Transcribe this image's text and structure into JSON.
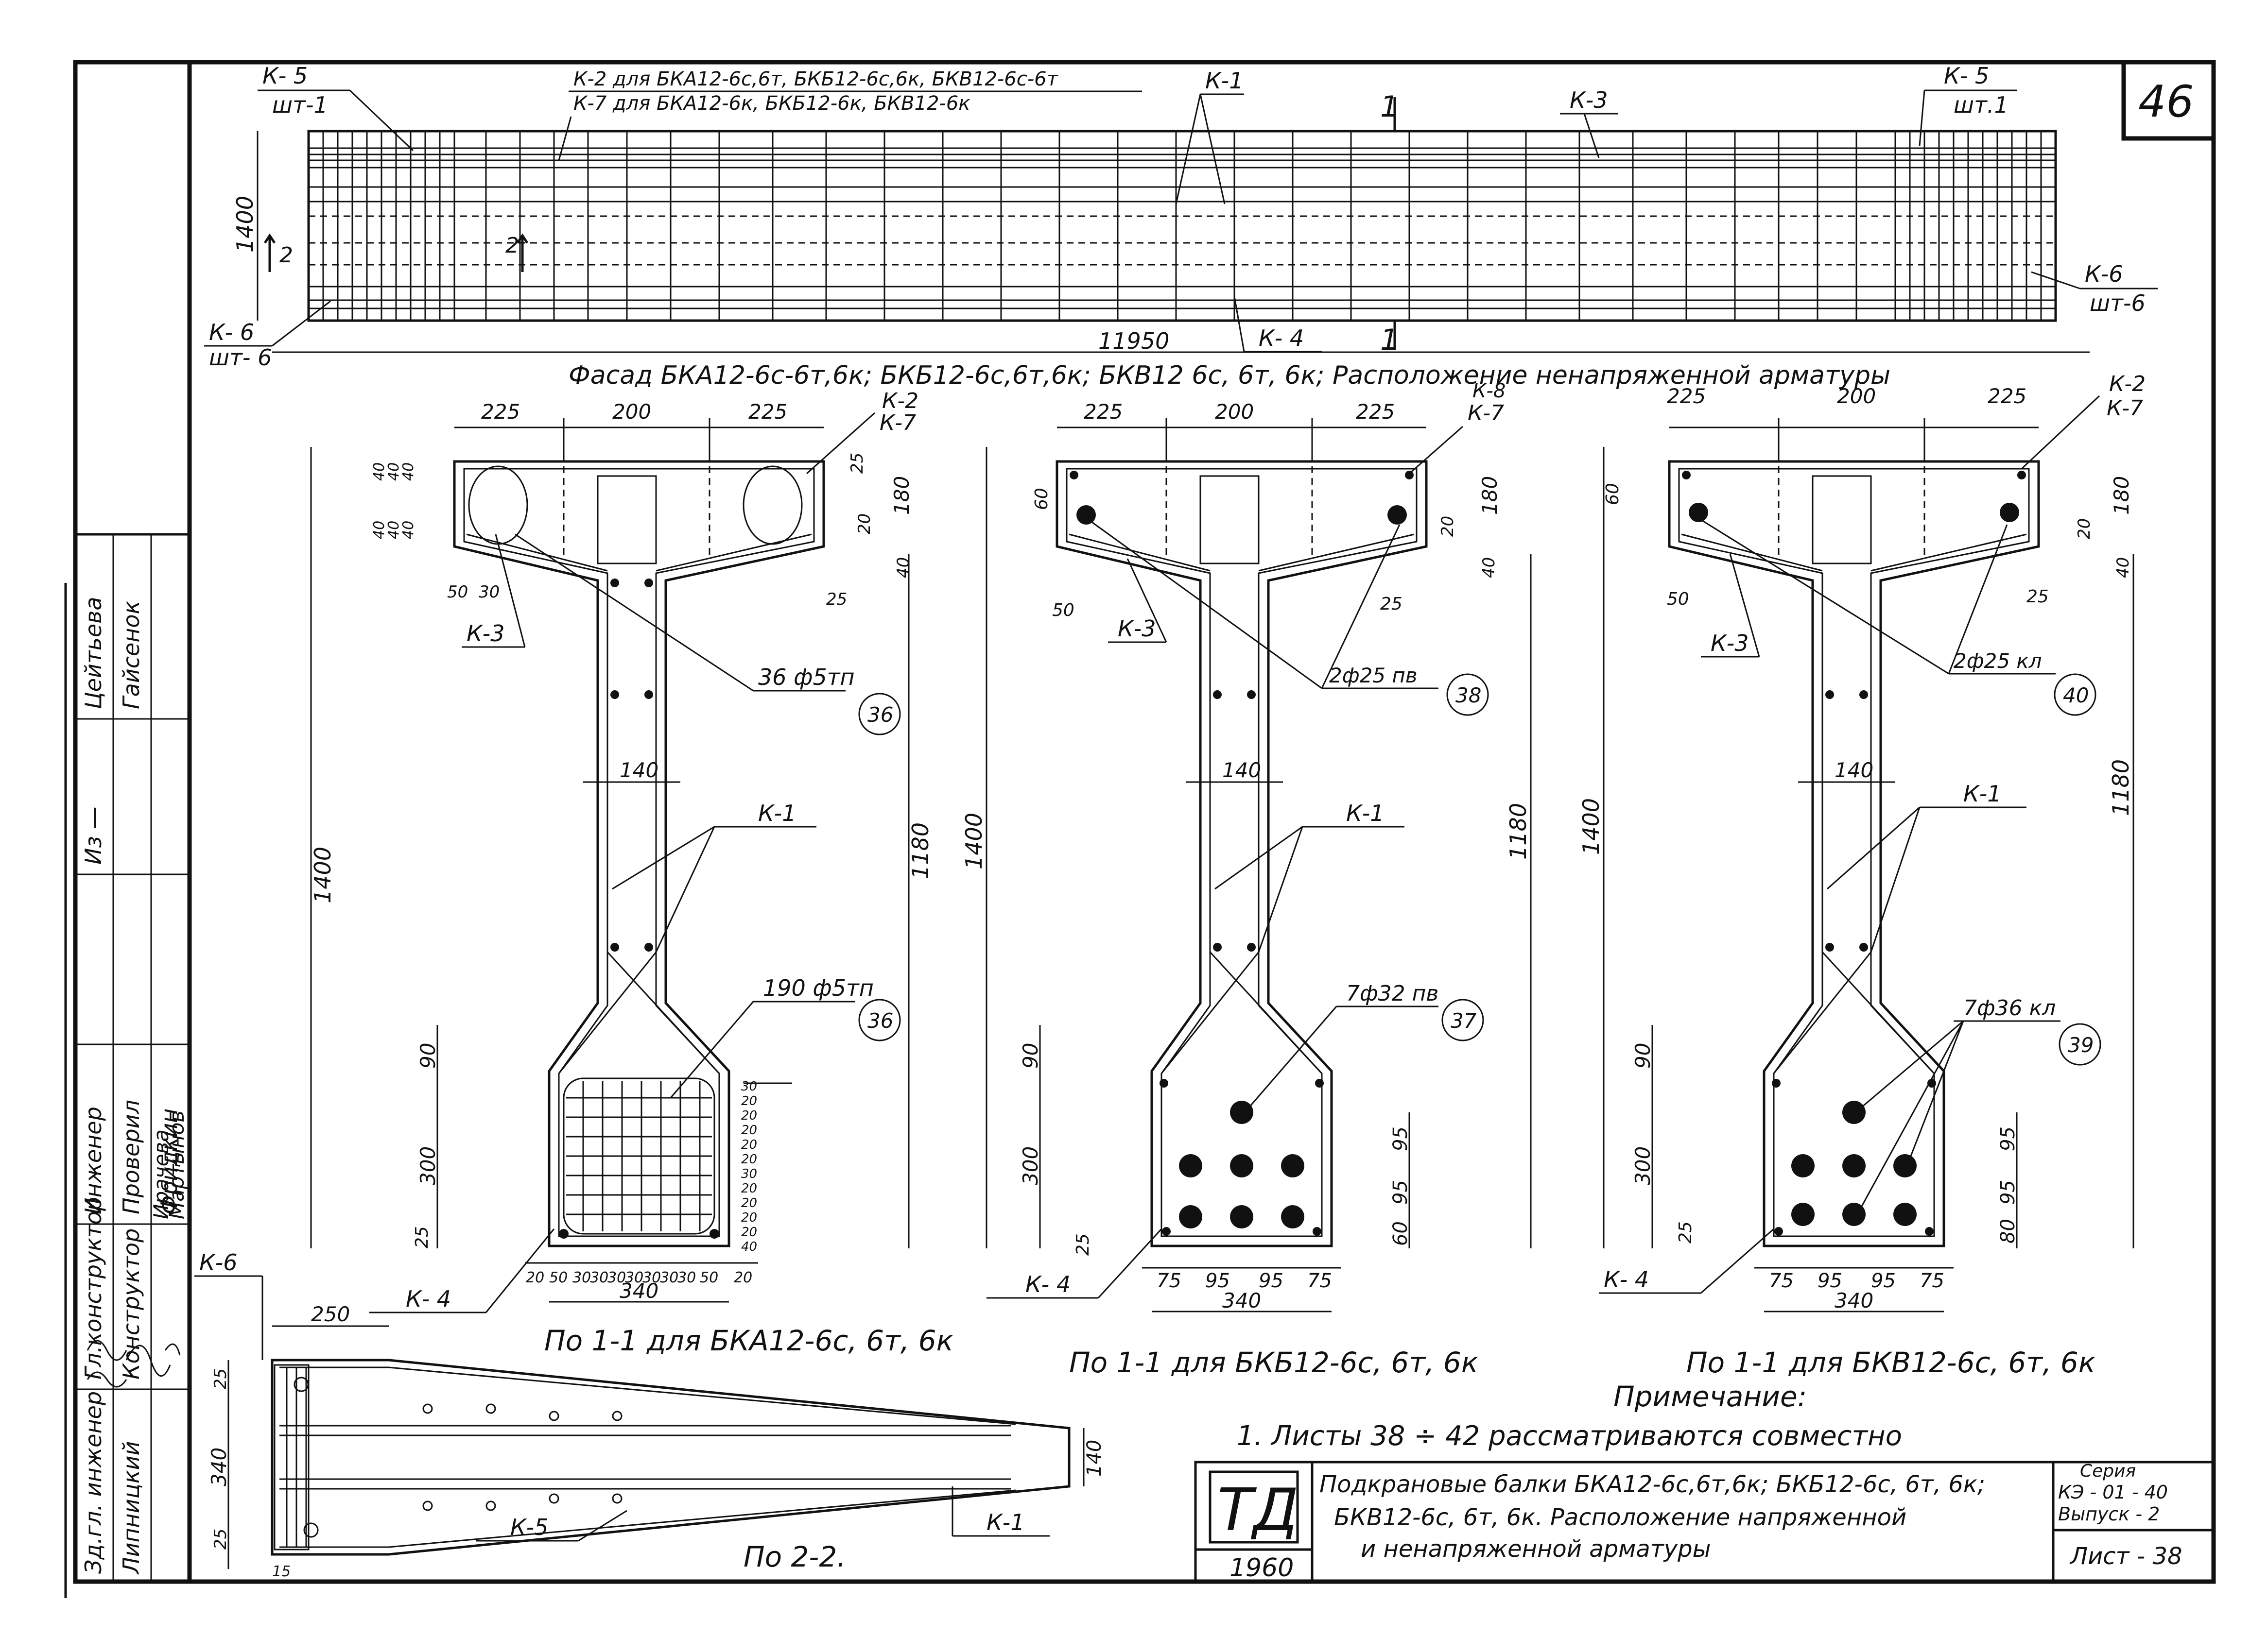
{
  "sheet": {
    "page_number": "46",
    "series_label": "Серия",
    "series_code": "КЭ - 01 - 40",
    "issue": "Выпуск - 2",
    "sheet_label": "Лист - 38",
    "td_logo": "ТД",
    "year": "1960",
    "title_line1": "Подкрановые балки БКА12-6с,6т,6к; БКБ12-6с, 6т, 6к;",
    "title_line2": "БКВ12-6с, 6т, 6к. Расположение напряженной",
    "title_line3": "и ненапряженной арматуры"
  },
  "stamp": {
    "roles": [
      "Зд.гл. инженер",
      "Гл.конструктор",
      "Инженер"
    ],
    "roles2": [
      "Липницкий",
      "Конструктор",
      "Проверил"
    ],
    "names": [
      "Фридкин",
      "Ирачева",
      "Мартынов"
    ],
    "names2": [
      "Цейтьева",
      "Гайсенок"
    ],
    "signature_marks": [
      "Из —"
    ]
  },
  "facade": {
    "caption": "Фасад БКА12-6с-6т,6к; БКБ12-6с,6т,6к; БКВ12 6с, 6т, 6к; Расположение ненапряженной арматуры",
    "label_k5_left": "К- 5",
    "label_sht1_left": "шт-1",
    "label_k2_note": "К-2 для БКА12-6с,6т, БКБ12-6с,6к, БКВ12-6с-6т",
    "label_k7_note": "К-7 для БКА12-6к, БКБ12-6к, БКВ12-6к",
    "label_k1": "К-1",
    "label_section_1": "1",
    "label_k3": "К-3",
    "label_k5_right": "К- 5",
    "label_sht1_right": "шт.1",
    "label_k6_right": "К-6",
    "label_sht6_right": "шт-6",
    "label_k6_left": "К- 6",
    "label_sht6_left": "шт- 6",
    "label_k4": "К- 4",
    "dim_height": "1400",
    "dim_length": "11950",
    "label_section_2": "2"
  },
  "section_a": {
    "caption": "По 1-1 для БКА12-6с, 6т, 6к",
    "dims_top": [
      "225",
      "200",
      "225"
    ],
    "k2": "К-2",
    "k7": "К-7",
    "left_dims": [
      "40",
      "40",
      "40",
      "40",
      "40",
      "40"
    ],
    "right_dims": [
      "25",
      "180",
      "20",
      "40",
      "25"
    ],
    "k3": "К-3",
    "d50": "50",
    "d30": "30",
    "rebar_top": "36 ф5тп",
    "rebar_top_tag": "36",
    "web": "140",
    "k1": "К-1",
    "h1400": "1400",
    "h1180": "1180",
    "rebar_bot": "190 ф5тп",
    "rebar_bot_tag": "36",
    "d90": "90",
    "d300": "300",
    "d25": "25",
    "k4": "К- 4",
    "right_stack": [
      "30",
      "20",
      "20",
      "20",
      "20",
      "20",
      "30",
      "20",
      "20",
      "20",
      "20",
      "40"
    ],
    "bottom_dims": [
      "20",
      "50",
      "30",
      "30",
      "30",
      "30",
      "30",
      "30",
      "30",
      "50",
      "20"
    ],
    "width": "340"
  },
  "section_b": {
    "caption": "По 1-1 для БКБ12-6с, 6т, 6к",
    "dims_top": [
      "225",
      "200",
      "225"
    ],
    "k8": "К-8",
    "k7": "К-7",
    "d60": "60",
    "d180": "180",
    "d20": "20",
    "d40": "40",
    "d50": "50",
    "d25": "25",
    "k3": "К-3",
    "rebar_top": "2ф25 пв",
    "rebar_top_tag": "38",
    "web": "140",
    "k1": "К-1",
    "h1400": "1400",
    "h1180": "1180",
    "rebar_bot": "7ф32 пв",
    "rebar_bot_tag": "37",
    "d90": "90",
    "d300": "300",
    "d95a": "95",
    "d95b": "95",
    "d60b": "60",
    "d25b": "25",
    "k4": "К- 4",
    "bottom_dims": [
      "75",
      "95",
      "95",
      "75"
    ],
    "width": "340"
  },
  "section_c": {
    "caption": "По 1-1 для БКВ12-6с, 6т, 6к",
    "dims_top": [
      "225",
      "200",
      "225"
    ],
    "k2": "К-2",
    "k7": "К-7",
    "d60": "60",
    "d180": "180",
    "d20": "20",
    "d40": "40",
    "d50": "50",
    "d25": "25",
    "k3": "К-3",
    "rebar_top": "2ф25 кл",
    "rebar_top_tag": "40",
    "web": "140",
    "k1": "К-1",
    "h1400": "1400",
    "h1180": "1180",
    "rebar_bot": "7ф36 кл",
    "rebar_bot_tag": "39",
    "d90": "90",
    "d300": "300",
    "d95a": "95",
    "d95b": "95",
    "d80": "80",
    "d25b": "25",
    "k4": "К- 4",
    "bottom_dims": [
      "75",
      "95",
      "95",
      "75"
    ],
    "width": "340"
  },
  "section_22": {
    "caption": "По 2-2.",
    "k6": "К-6",
    "d250": "250",
    "d25a": "25",
    "d340": "340",
    "d25b": "25",
    "d15": "15",
    "d140": "140",
    "k1": "К-1",
    "k5": "К-5"
  },
  "note": {
    "heading": "Примечание:",
    "line1": "1.  Листы 38 ÷ 42 рассматриваются совместно"
  }
}
